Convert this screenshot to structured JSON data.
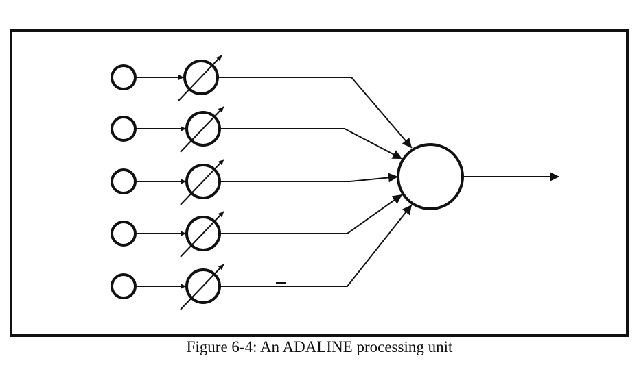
{
  "figure": {
    "caption": "Figure 6-4: An ADALINE processing unit",
    "input_count": 5,
    "colors": {
      "stroke": "#111111",
      "fill": "#ffffff"
    },
    "icons": {
      "input_node": "circle",
      "weight": "adjustable-weight-circle",
      "processing_unit": "circle",
      "output": "arrow-right"
    }
  }
}
